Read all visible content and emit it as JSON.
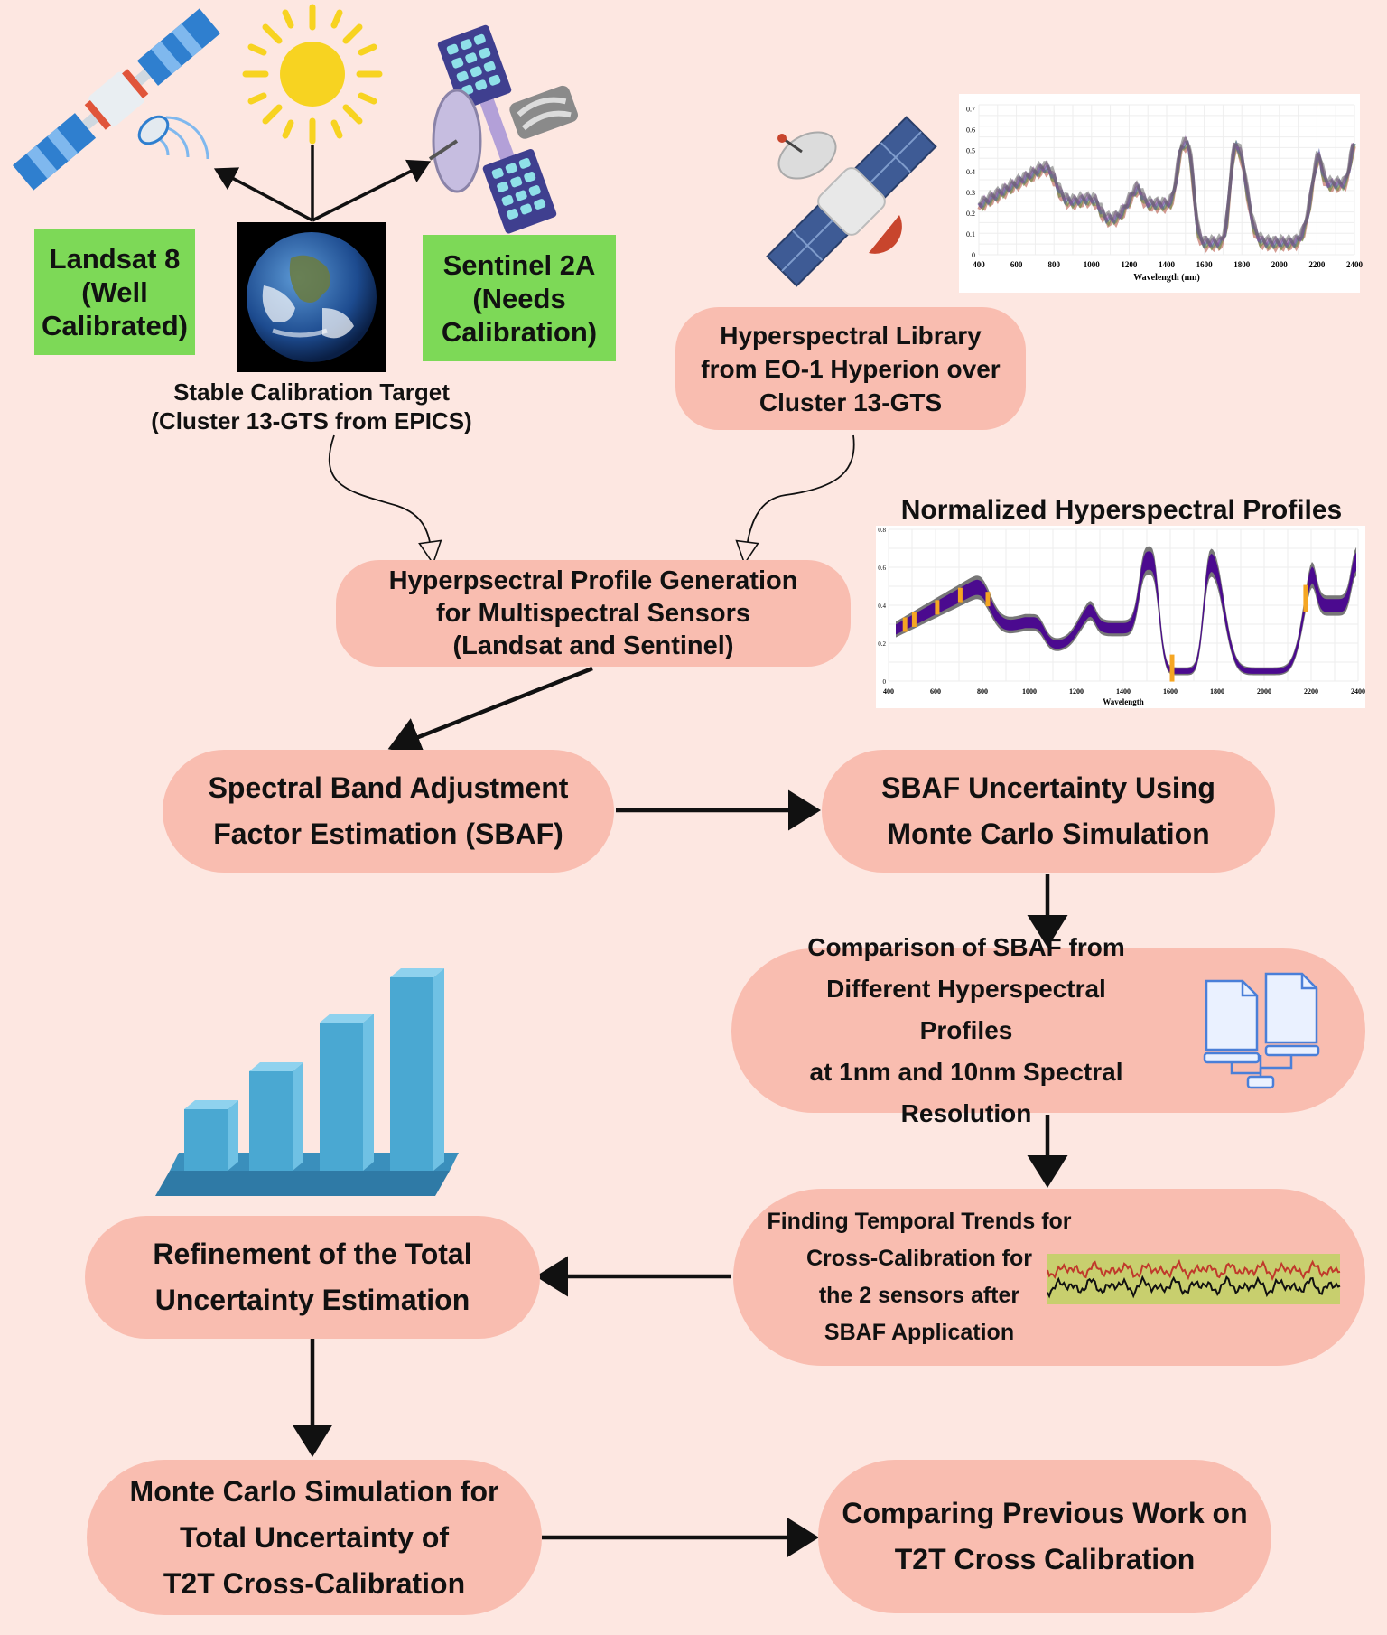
{
  "sensors": {
    "landsat": [
      "Landsat 8",
      "(Well",
      "Calibrated)"
    ],
    "sentinel": [
      "Sentinel 2A",
      "(Needs",
      "Calibration)"
    ]
  },
  "target_caption": [
    "Stable Calibration Target",
    "(Cluster 13-GTS from EPICS)"
  ],
  "nodes": {
    "hyperion_library": [
      "Hyperspectral Library",
      "from EO-1 Hyperion over",
      "Cluster 13-GTS"
    ],
    "profile_generation": [
      "Hyperpsectral Profile Generation",
      "for Multispectral Sensors",
      "(Landsat and Sentinel)"
    ],
    "sbaf_estimation": [
      "Spectral Band Adjustment",
      "Factor Estimation (SBAF)"
    ],
    "sbaf_uncertainty": [
      "SBAF Uncertainty Using",
      "Monte Carlo Simulation"
    ],
    "comparison": [
      "Comparison of SBAF from",
      "Different Hyperspectral Profiles",
      "at 1nm and 10nm Spectral",
      "Resolution"
    ],
    "temporal_trends": [
      "Finding Temporal Trends for",
      "Cross-Calibration for",
      "the 2 sensors after",
      "SBAF Application"
    ],
    "refinement": [
      "Refinement of the Total",
      "Uncertainty Estimation"
    ],
    "monte_carlo_total": [
      "Monte Carlo Simulation for",
      "Total Uncertainty of",
      "T2T Cross-Calibration"
    ],
    "previous_work": [
      "Comparing Previous Work on",
      "T2T Cross Calibration"
    ]
  },
  "hyperion_chart": {
    "xlabel": "Wavelength (nm)",
    "x_ticks": [
      "400",
      "600",
      "800",
      "1000",
      "1200",
      "1400",
      "1600",
      "1800",
      "2000",
      "2200",
      "2400"
    ],
    "y_ticks": [
      "0",
      "0.1",
      "0.2",
      "0.3",
      "0.4",
      "0.5",
      "0.6",
      "0.7"
    ]
  },
  "normalized_chart": {
    "title": "Normalized Hyperspectral Profiles",
    "xlabel": "Wavelength",
    "x_ticks": [
      "400",
      "600",
      "800",
      "1000",
      "1200",
      "1400",
      "1600",
      "1800",
      "2000",
      "2200",
      "2400"
    ],
    "y_ticks": [
      "0",
      "0.2",
      "0.4",
      "0.6",
      "0.8"
    ]
  },
  "colors": {
    "background": "#fde7e1",
    "node_fill": "#f9bdb0",
    "label_fill": "#7dd957",
    "profile_band": "#4b0a8f",
    "band_marker": "#f5a623"
  },
  "icons": [
    "sun-icon",
    "landsat-satellite-icon",
    "sentinel-satellite-icon",
    "earth-icon",
    "hyperion-satellite-icon",
    "documents-network-icon",
    "bar-chart-3d-icon"
  ]
}
